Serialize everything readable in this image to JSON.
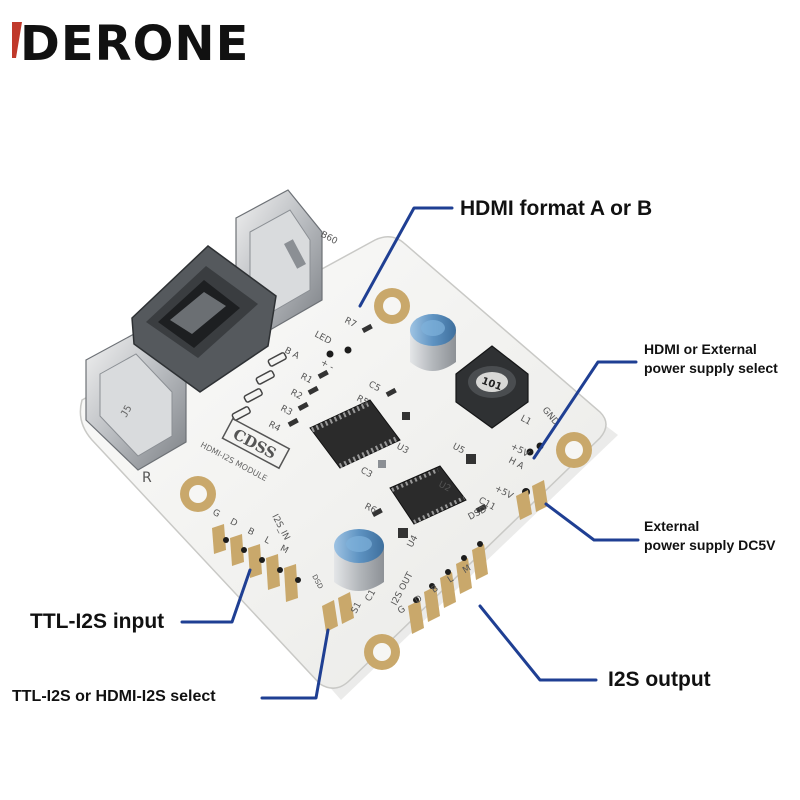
{
  "brand": {
    "logo": "DERONE",
    "logo_accent": "#c0392b"
  },
  "board": {
    "module_badge": "CDSS",
    "module_name": "HDMI-I2S MODULE",
    "silkscreen": {
      "j5": "J5",
      "r": "R",
      "led": "LED",
      "b_a": "B A",
      "plus_minus": "+ -",
      "r7": "R7",
      "r1": "R1",
      "r2": "R2",
      "r3": "R3",
      "r4": "R4",
      "c5": "C5",
      "r5": "R5",
      "u3": "U3",
      "u5": "U5",
      "c3": "C3",
      "u2": "U2",
      "l1": "L1",
      "gnd": "GND",
      "plus5v": "+5V",
      "h_a": "H A",
      "r6": "R6",
      "c11": "C11",
      "u4": "U4",
      "c1": "C1",
      "s1": "S1",
      "dsd": "DSD",
      "i2s_in": "I2S_IN",
      "i2s_out": "I2S OUT",
      "pins_in": "G D B L M",
      "pins_out": "G D B L M",
      "inductor": "101",
      "top_code": "B60"
    }
  },
  "callouts": {
    "hdmi_format": "HDMI  format A or B",
    "power_select_line1": "HDMI or External",
    "power_select_line2": "power supply select",
    "external_power_line1": "External",
    "external_power_line2": "power supply DC5V",
    "ttl_input": "TTL-I2S input",
    "i2s_output": "I2S output",
    "i2s_select": "TTL-I2S or HDMI-I2S select"
  },
  "colors": {
    "leader_line": "#1f3f93",
    "board": "#f4f4f2",
    "pad_gold": "#c9a86b",
    "chip": "#2b2b2b",
    "capacitor": "#6d9fc9"
  }
}
